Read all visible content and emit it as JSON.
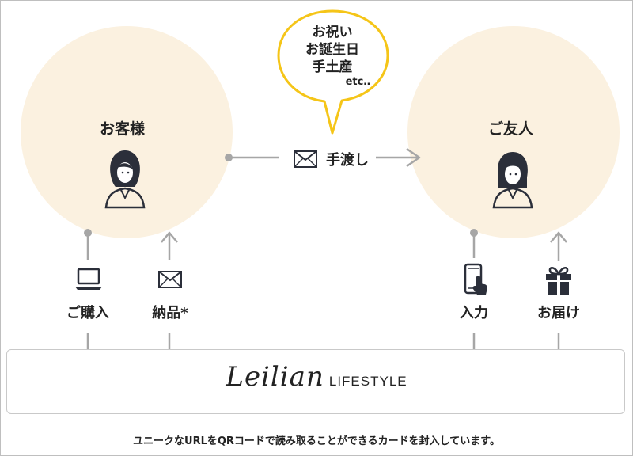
{
  "customer": {
    "label": "お客様"
  },
  "friend": {
    "label": "ご友人"
  },
  "bubble": {
    "lines": [
      "お祝い",
      "お誕生日",
      "手土産"
    ],
    "etc": "etc‥"
  },
  "handover": {
    "label": "手渡し"
  },
  "steps": {
    "purchase": "ご購入",
    "delivery": "納品*",
    "input": "入力",
    "send": "お届け"
  },
  "brand": {
    "script": "Leilian",
    "sub": "LIFESTYLE"
  },
  "footnote": "ユニークなURLをQRコードで読み取ることができるカードを封入しています。",
  "colors": {
    "circle_fill": "#fbf1e0",
    "bubble_border": "#f5c518",
    "arrow_gray": "#a6a6a6",
    "icon_dark": "#2b2f3a"
  },
  "icons": {
    "customer": "woman-avatar-icon",
    "friend": "woman-avatar-icon",
    "handover": "envelope-icon",
    "purchase": "laptop-icon",
    "delivery": "envelope-icon",
    "input": "smartphone-touch-icon",
    "send": "gift-icon"
  }
}
